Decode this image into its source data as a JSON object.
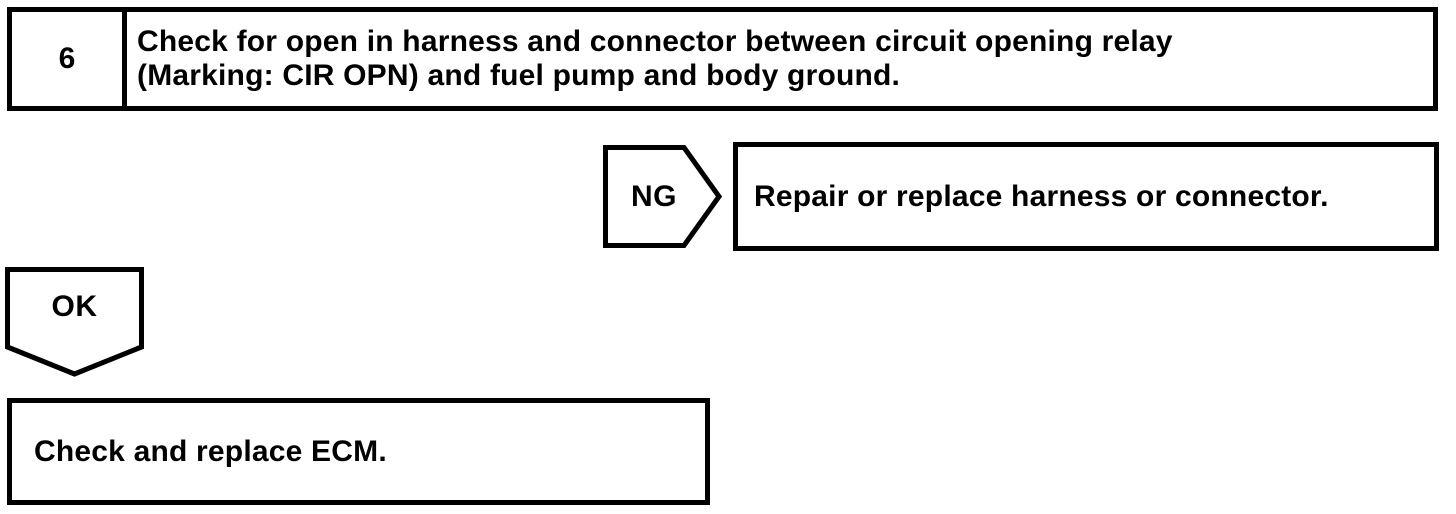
{
  "page": {
    "background_color": "#ffffff",
    "line_color": "#000000"
  },
  "flowchart": {
    "step": {
      "number": "6",
      "lines": [
        "Check for open in harness and connector between circuit opening relay",
        "(Marking: CIR OPN) and fuel pump and body ground."
      ]
    },
    "ng_branch": {
      "label": "NG",
      "action": "Repair or replace harness or connector."
    },
    "ok_branch": {
      "label": "OK",
      "action": "Check and replace ECM."
    }
  }
}
